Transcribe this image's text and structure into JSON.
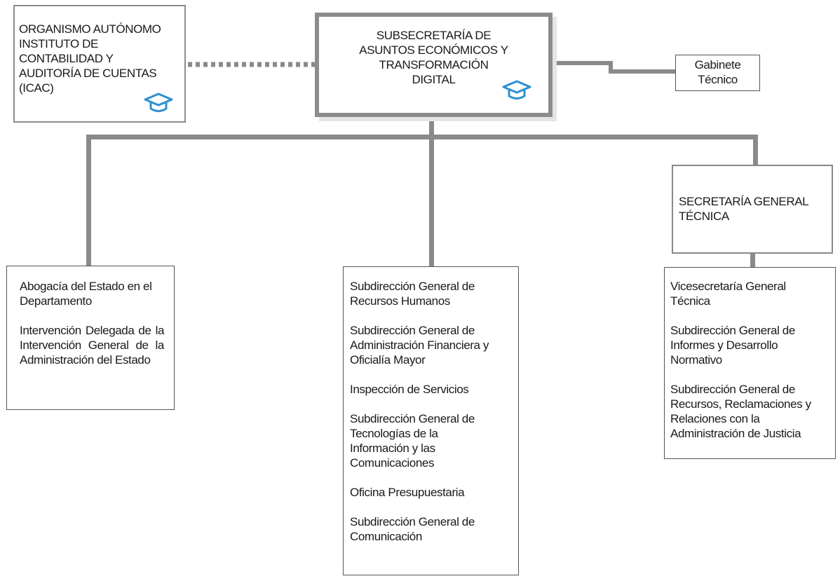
{
  "icac": {
    "lines": [
      "ORGANISMO AUTÓNOMO",
      "INSTITUTO DE",
      "CONTABILIDAD Y",
      "AUDITORÍA DE CUENTAS",
      "(ICAC)"
    ],
    "icon": "graduation-cap-icon"
  },
  "subsecretaria": {
    "lines": [
      "SUBSECRETARÍA DE",
      "ASUNTOS ECONÓMICOS Y",
      "TRANSFORMACIÓN",
      "DIGITAL"
    ],
    "icon": "graduation-cap-icon"
  },
  "gabinete": {
    "lines": [
      "Gabinete",
      "Técnico"
    ]
  },
  "secretaria_general": {
    "lines": [
      "SECRETARÍA GENERAL",
      "TÉCNICA"
    ]
  },
  "left_units": [
    "Abogacía del Estado en el Departamento",
    "Intervención Delegada de la Intervención General de la Administración del Estado"
  ],
  "center_units": [
    "Subdirección General de Recursos Humanos",
    "Subdirección General de Administración Financiera y Oficialía Mayor",
    "Inspección de Servicios",
    "Subdirección General de Tecnologías de la Información y las Comunicaciones",
    "Oficina Presupuestaria",
    "Subdirección General de Comunicación"
  ],
  "right_units": [
    "Vicesecretaría General Técnica",
    "Subdirección General de Informes y Desarrollo Normativo",
    "Subdirección General de Recursos, Reclamaciones y Relaciones con la Administración de Justicia"
  ],
  "colors": {
    "line": "#8a8a8a",
    "border": "#8c8c8c",
    "icon": "#2e8fd0"
  }
}
